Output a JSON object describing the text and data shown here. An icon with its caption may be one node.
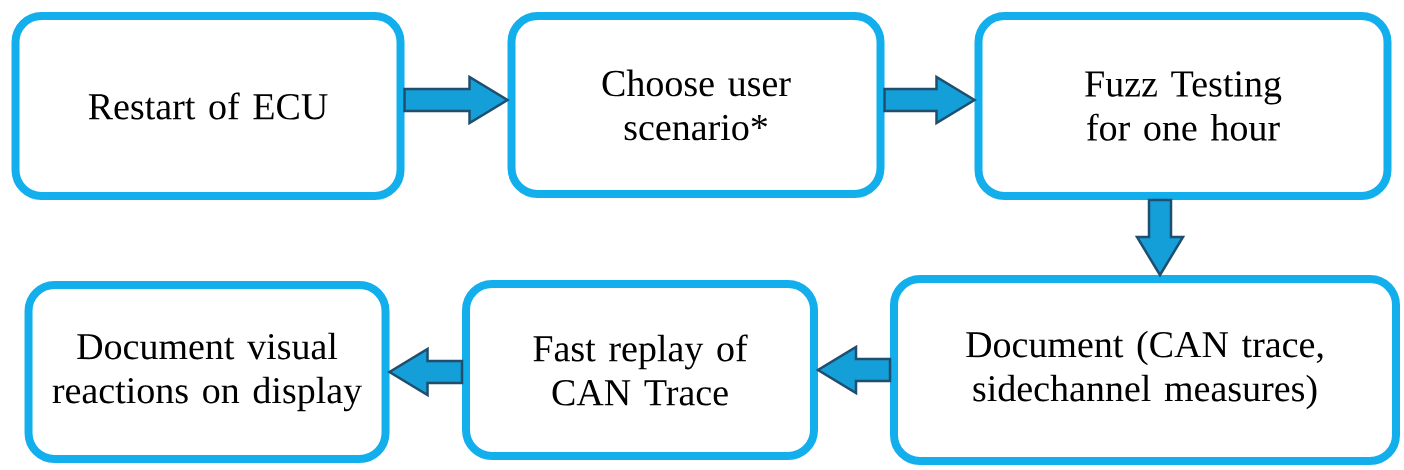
{
  "diagram": {
    "nodes": [
      {
        "text": [
          "Restart of ECU"
        ]
      },
      {
        "text": [
          "Choose user scenario*"
        ]
      },
      {
        "text": [
          "Fuzz Testing for one hour"
        ]
      },
      {
        "text": [
          "Document (CAN trace, sidechannel measures)"
        ]
      },
      {
        "text": [
          "Fast replay of CAN Trace"
        ]
      },
      {
        "text": [
          "Document visual reactions on display"
        ]
      }
    ],
    "edges": [
      {
        "from": 0,
        "to": 1,
        "arrow": "to"
      },
      {
        "from": 1,
        "to": 2,
        "arrow": "to"
      },
      {
        "from": 2,
        "to": 3,
        "arrow": "to"
      },
      {
        "from": 3,
        "to": 4,
        "arrow": "to"
      },
      {
        "from": 4,
        "to": 5,
        "arrow": "to"
      }
    ]
  }
}
